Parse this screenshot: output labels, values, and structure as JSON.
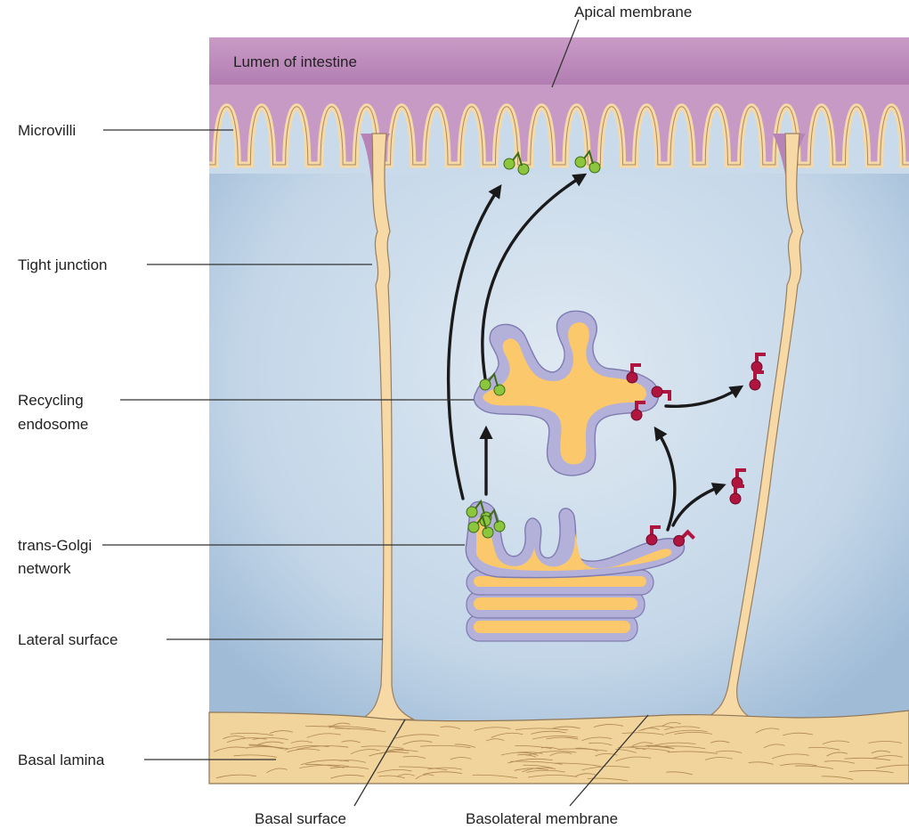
{
  "labels": {
    "apical_membrane": "Apical membrane",
    "lumen": "Lumen of intestine",
    "microvilli": "Microvilli",
    "tight_junction": "Tight junction",
    "recycling_endosome_1": "Recycling",
    "recycling_endosome_2": "endosome",
    "trans_golgi_1": "trans-Golgi",
    "trans_golgi_2": "network",
    "lateral_surface": "Lateral surface",
    "basal_lamina": "Basal lamina",
    "basal_surface": "Basal surface",
    "basolateral_membrane": "Basolateral membrane"
  },
  "colors": {
    "lumen": "#c99bc6",
    "cytoplasm": "#c6d8e8",
    "membrane": "#f6d9a4",
    "membrane_edge": "#a88a6a",
    "lamina": "#f1d39c",
    "organelle_lumen": "#fbc86c",
    "organelle_wall": "#b3b0da",
    "apical_cargo": "#8cc63f",
    "basolateral_cargo": "#b0153f"
  }
}
